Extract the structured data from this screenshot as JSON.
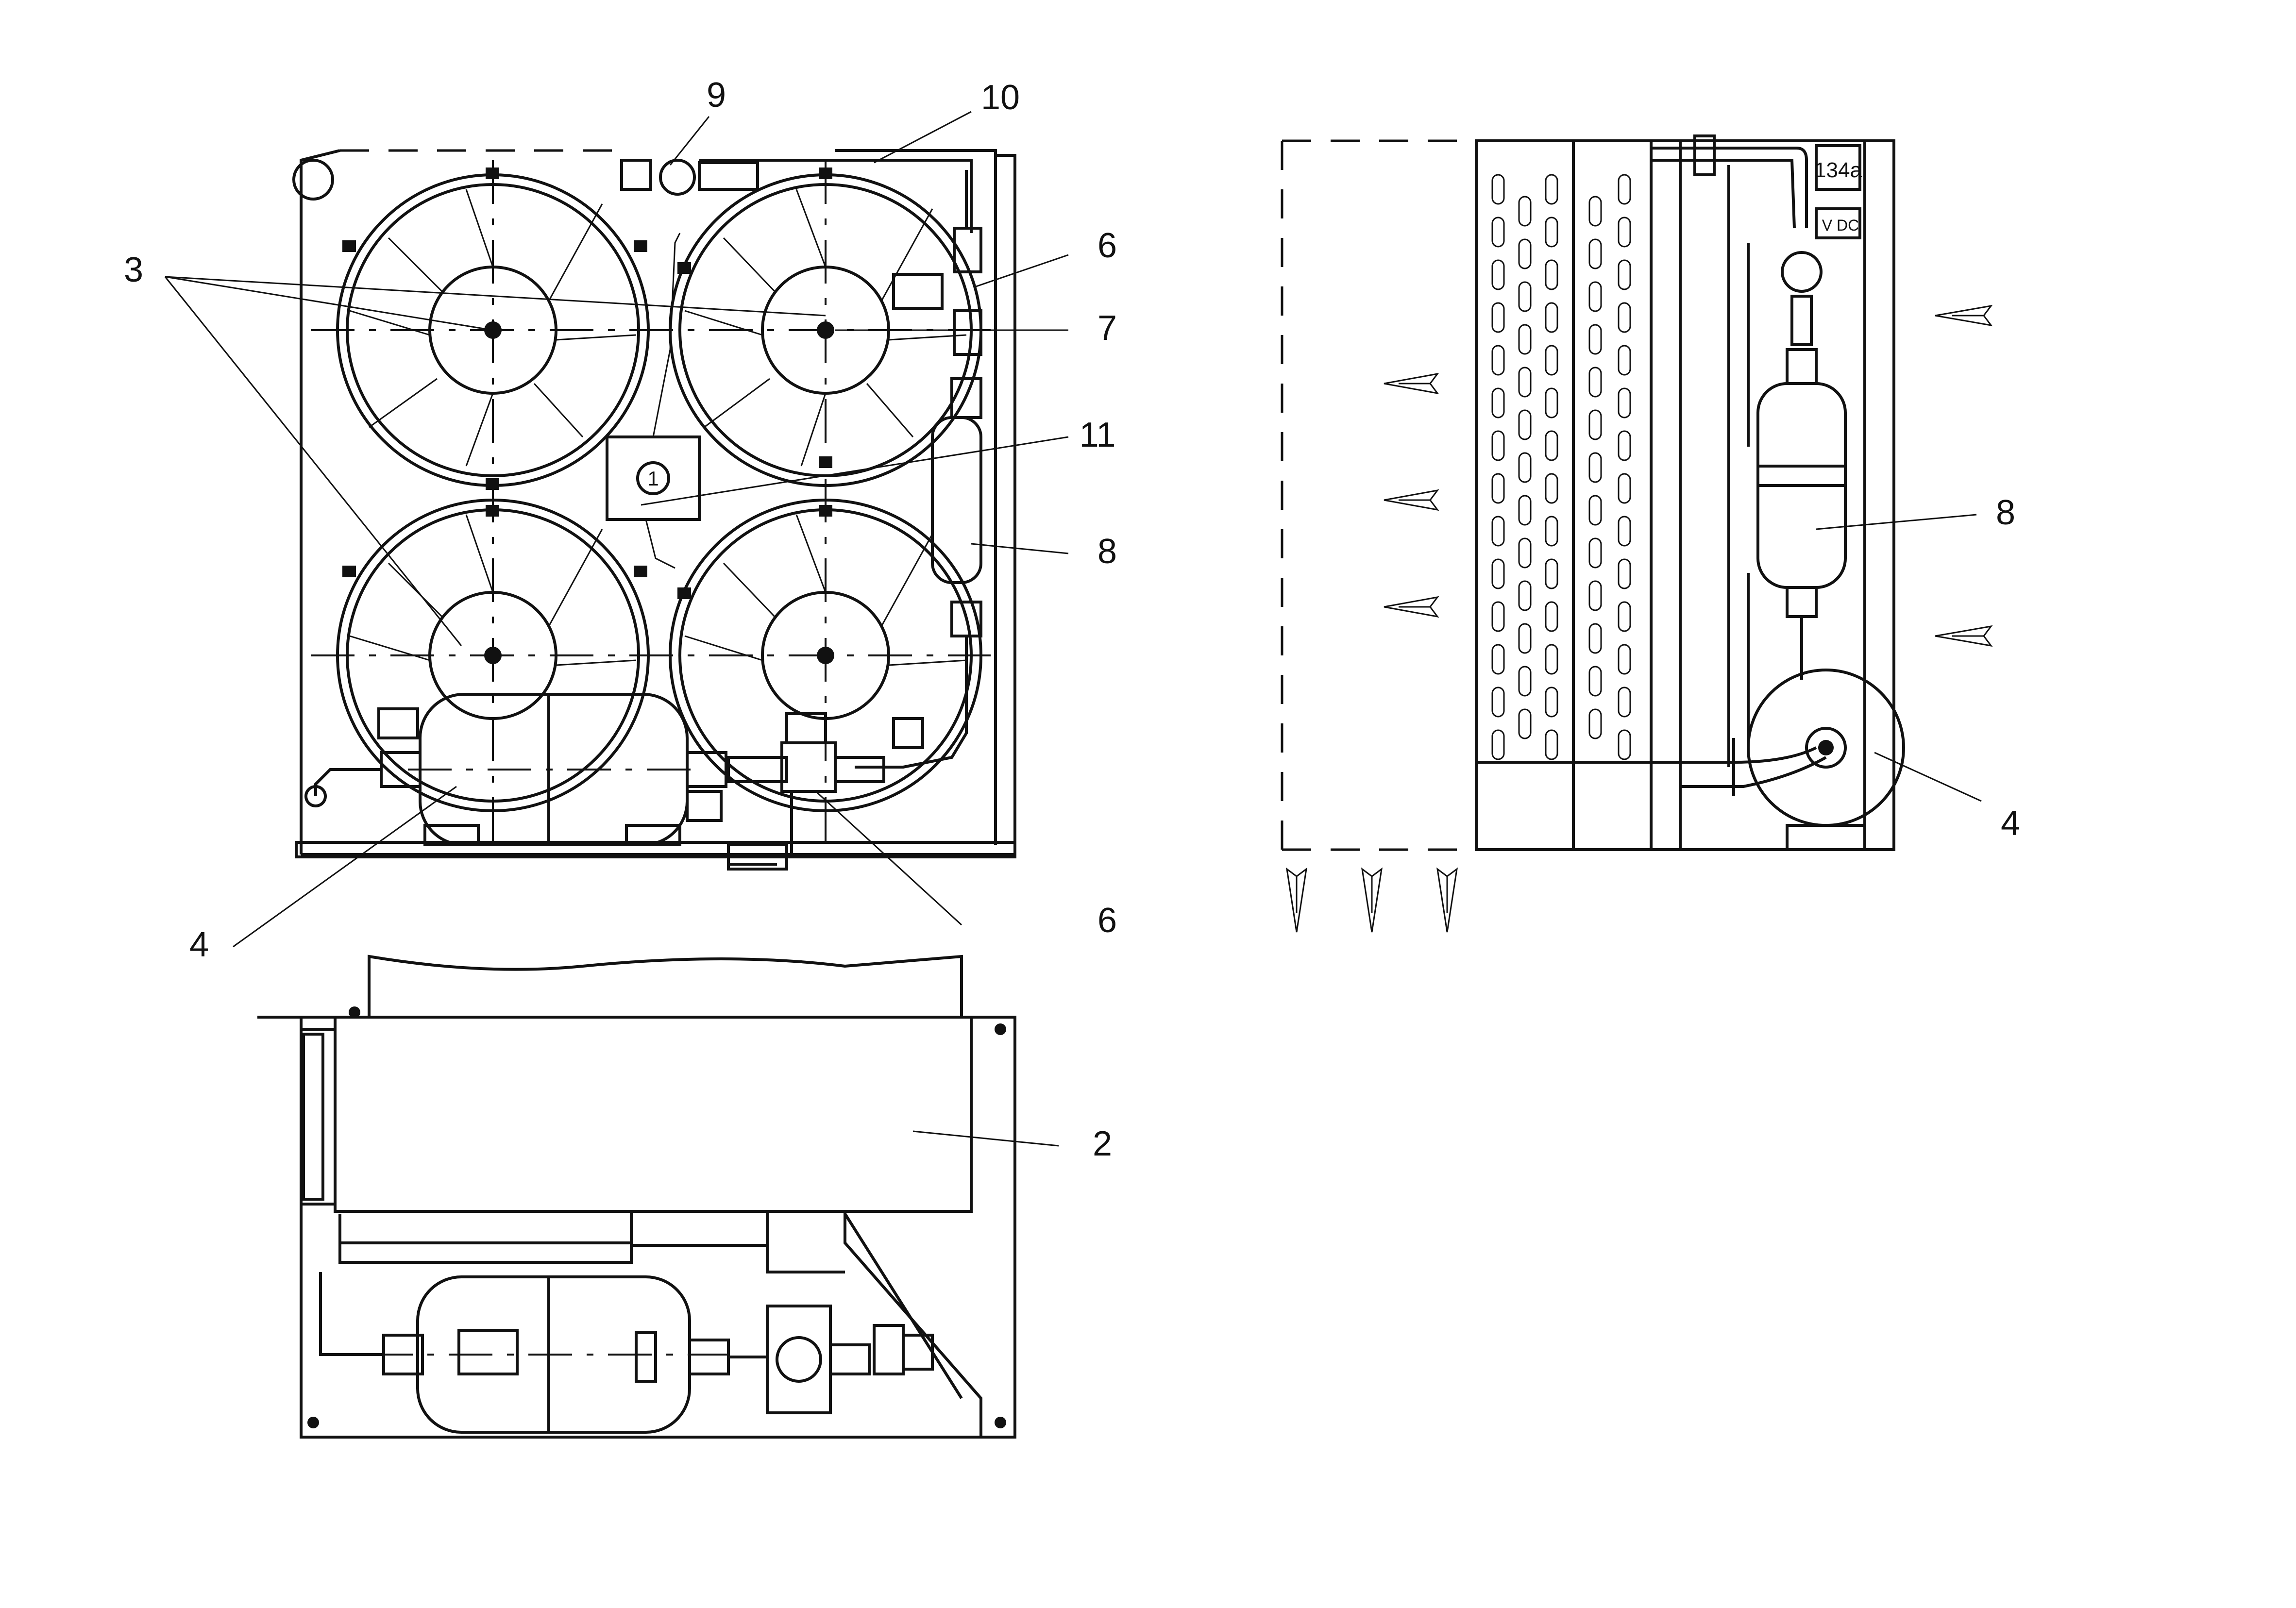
{
  "callouts": {
    "front_view": [
      "3",
      "4",
      "6",
      "6",
      "7",
      "8",
      "9",
      "10",
      "11"
    ],
    "top_view": [
      "2"
    ],
    "side_view": [
      "4",
      "8"
    ]
  },
  "side_view": {
    "refrigerant_label": "134a",
    "voltage_label": "V DC"
  },
  "control_box_marker": "1",
  "colors": {
    "line": "#111111",
    "background": "#ffffff"
  },
  "icons": [
    "fan-icon",
    "airflow-arrow-icon",
    "compressor-icon",
    "receiver-drier-icon"
  ]
}
